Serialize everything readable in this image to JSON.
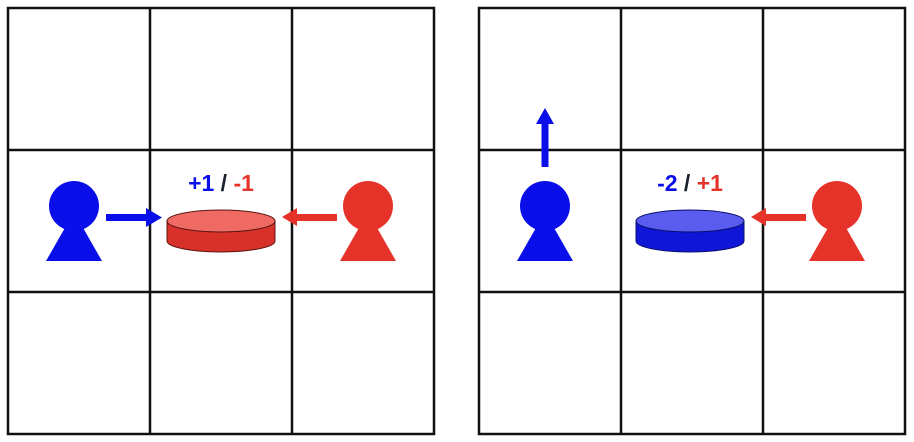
{
  "colors": {
    "blue": "#0A0FEA",
    "red": "#E5332A",
    "ink": "#1A2030",
    "grid": "#111111",
    "red_coin_top": "#EF6A63",
    "red_coin_side": "#D8312A",
    "blue_coin_top": "#5A5CF0",
    "blue_coin_side": "#0F16D8"
  },
  "panels": [
    {
      "grid": {
        "rows": 3,
        "cols": 3
      },
      "coin_color": "red",
      "score": {
        "first": "+1",
        "first_color": "blue",
        "separator": " / ",
        "second": "-1",
        "second_color": "red"
      },
      "agents": [
        {
          "color": "blue",
          "action": "move-right-to-coin"
        },
        {
          "color": "red",
          "action": "move-left-to-coin"
        }
      ]
    },
    {
      "grid": {
        "rows": 3,
        "cols": 3
      },
      "coin_color": "blue",
      "score": {
        "first": "-2",
        "first_color": "blue",
        "separator": " / ",
        "second": "+1",
        "second_color": "red"
      },
      "agents": [
        {
          "color": "blue",
          "action": "move-up"
        },
        {
          "color": "red",
          "action": "move-left-to-coin"
        }
      ]
    }
  ]
}
